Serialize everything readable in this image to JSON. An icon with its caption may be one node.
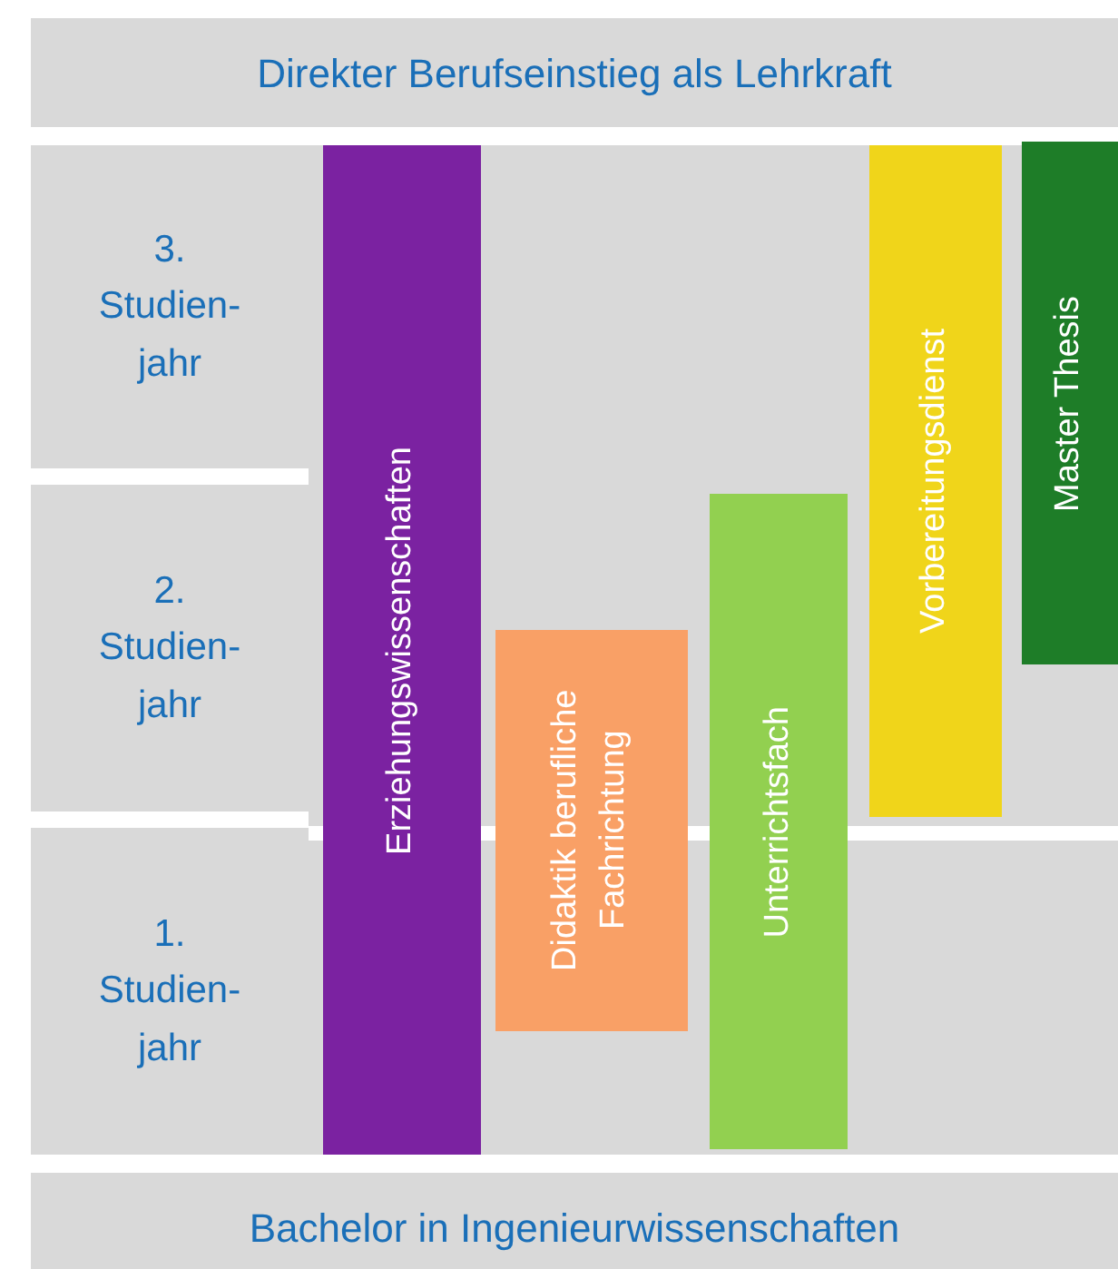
{
  "diagram": {
    "nodes": [
      {
        "text": [
          "Direkter Berufseinstieg als Lehrkraft"
        ]
      },
      {
        "text": [
          "3. Studien-jahr"
        ]
      },
      {
        "text": [
          "2. Studien-jahr"
        ]
      },
      {
        "text": [
          "1. Studien-jahr"
        ]
      },
      {
        "text": [
          "Erziehungswissenschaften"
        ]
      },
      {
        "text": [
          "Didaktik berufliche Fachrichtung"
        ]
      },
      {
        "text": [
          "Unterrichtsfach"
        ]
      },
      {
        "text": [
          "Vorbereitungsdienst"
        ]
      },
      {
        "text": [
          "Master Thesis"
        ]
      },
      {
        "text": [
          "Bachelor in Ingenieurwissenschaften"
        ]
      }
    ]
  }
}
